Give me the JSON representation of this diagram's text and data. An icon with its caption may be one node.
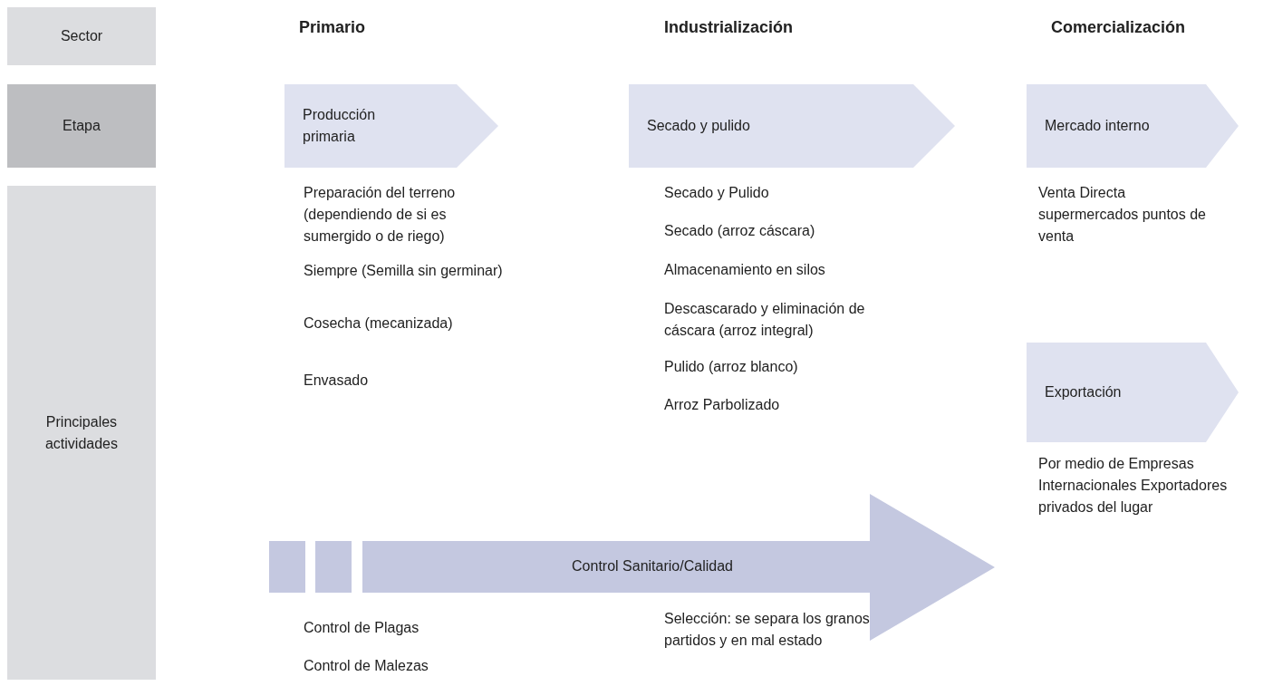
{
  "diagram": {
    "nodes": [
      {
        "text": [
          "Sector"
        ]
      },
      {
        "text": [
          "Etapa"
        ]
      },
      {
        "text": [
          "Principales actividades"
        ]
      },
      {
        "text": [
          "Producción primaria"
        ]
      },
      {
        "text": [
          "Secado y pulido"
        ]
      },
      {
        "text": [
          "Mercado interno"
        ]
      },
      {
        "text": [
          "Exportación"
        ]
      },
      {
        "text": [],
        "shape": "box"
      },
      {
        "text": [],
        "shape": "box"
      },
      {
        "text": [
          "Control Sanitario/Calidad"
        ]
      }
    ],
    "edges": [],
    "labels": [
      "Primario",
      "Industrialización",
      "Comercialización",
      "Preparación del terreno (dependiendo de si es sumergido o de riego)",
      "Siempre (Semilla sin germinar)",
      "Cosecha (mecanizada)",
      "Envasado",
      "Secado y Pulido",
      "Secado (arroz cáscara)",
      "Almacenamiento en silos",
      "Descascarado y eliminación de cáscara (arroz integral)",
      "Pulido (arroz blanco)",
      "Arroz Parbolizado",
      "Venta Directa supermercados puntos de venta",
      "Por medio de Empresas Internacionales Exportadores privados del lugar",
      "Control de Plagas",
      "Control de Malezas",
      "Selección: se separa los granos partidos y en mal estado"
    ]
  }
}
